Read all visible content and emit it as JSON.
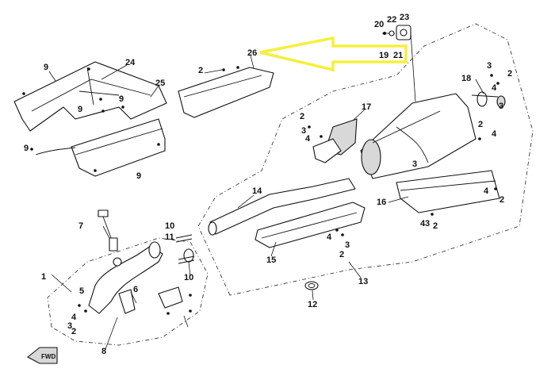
{
  "callouts": [
    {
      "id": "c1",
      "text": "1"
    },
    {
      "id": "c2a",
      "text": "2"
    },
    {
      "id": "c2b",
      "text": "2"
    },
    {
      "id": "c2c",
      "text": "2"
    },
    {
      "id": "c2d",
      "text": "2"
    },
    {
      "id": "c2e",
      "text": "2"
    },
    {
      "id": "c2f",
      "text": "2"
    },
    {
      "id": "c2g",
      "text": "2"
    },
    {
      "id": "c2h",
      "text": "2"
    },
    {
      "id": "c3a",
      "text": "3"
    },
    {
      "id": "c3b",
      "text": "3"
    },
    {
      "id": "c3c",
      "text": "3"
    },
    {
      "id": "c3d",
      "text": "3"
    },
    {
      "id": "c3e",
      "text": "3"
    },
    {
      "id": "c3f",
      "text": "3"
    },
    {
      "id": "c3g",
      "text": "3"
    },
    {
      "id": "c4a",
      "text": "4"
    },
    {
      "id": "c4b",
      "text": "4"
    },
    {
      "id": "c4c",
      "text": "4"
    },
    {
      "id": "c4d",
      "text": "4"
    },
    {
      "id": "c4e",
      "text": "4"
    },
    {
      "id": "c4f",
      "text": "4"
    },
    {
      "id": "c4g",
      "text": "4"
    },
    {
      "id": "c5",
      "text": "5"
    },
    {
      "id": "c6",
      "text": "6"
    },
    {
      "id": "c7",
      "text": "7"
    },
    {
      "id": "c8",
      "text": "8"
    },
    {
      "id": "c9a",
      "text": "9"
    },
    {
      "id": "c9b",
      "text": "9"
    },
    {
      "id": "c9c",
      "text": "9"
    },
    {
      "id": "c9d",
      "text": "9"
    },
    {
      "id": "c9e",
      "text": "9"
    },
    {
      "id": "c10a",
      "text": "10"
    },
    {
      "id": "c10b",
      "text": "10"
    },
    {
      "id": "c11",
      "text": "11"
    },
    {
      "id": "c12",
      "text": "12"
    },
    {
      "id": "c13",
      "text": "13"
    },
    {
      "id": "c14",
      "text": "14"
    },
    {
      "id": "c15",
      "text": "15"
    },
    {
      "id": "c16",
      "text": "16"
    },
    {
      "id": "c17",
      "text": "17"
    },
    {
      "id": "c18",
      "text": "18"
    },
    {
      "id": "c19",
      "text": "19"
    },
    {
      "id": "c20",
      "text": "20"
    },
    {
      "id": "c21",
      "text": "21"
    },
    {
      "id": "c22",
      "text": "22"
    },
    {
      "id": "c23",
      "text": "23"
    },
    {
      "id": "c24",
      "text": "24"
    },
    {
      "id": "c25",
      "text": "25"
    },
    {
      "id": "c26",
      "text": "26"
    }
  ],
  "fwd_label": "FWD",
  "colors": {
    "highlight_arrow": "#f5f03c",
    "line": "#111111",
    "background": "#ffffff"
  }
}
